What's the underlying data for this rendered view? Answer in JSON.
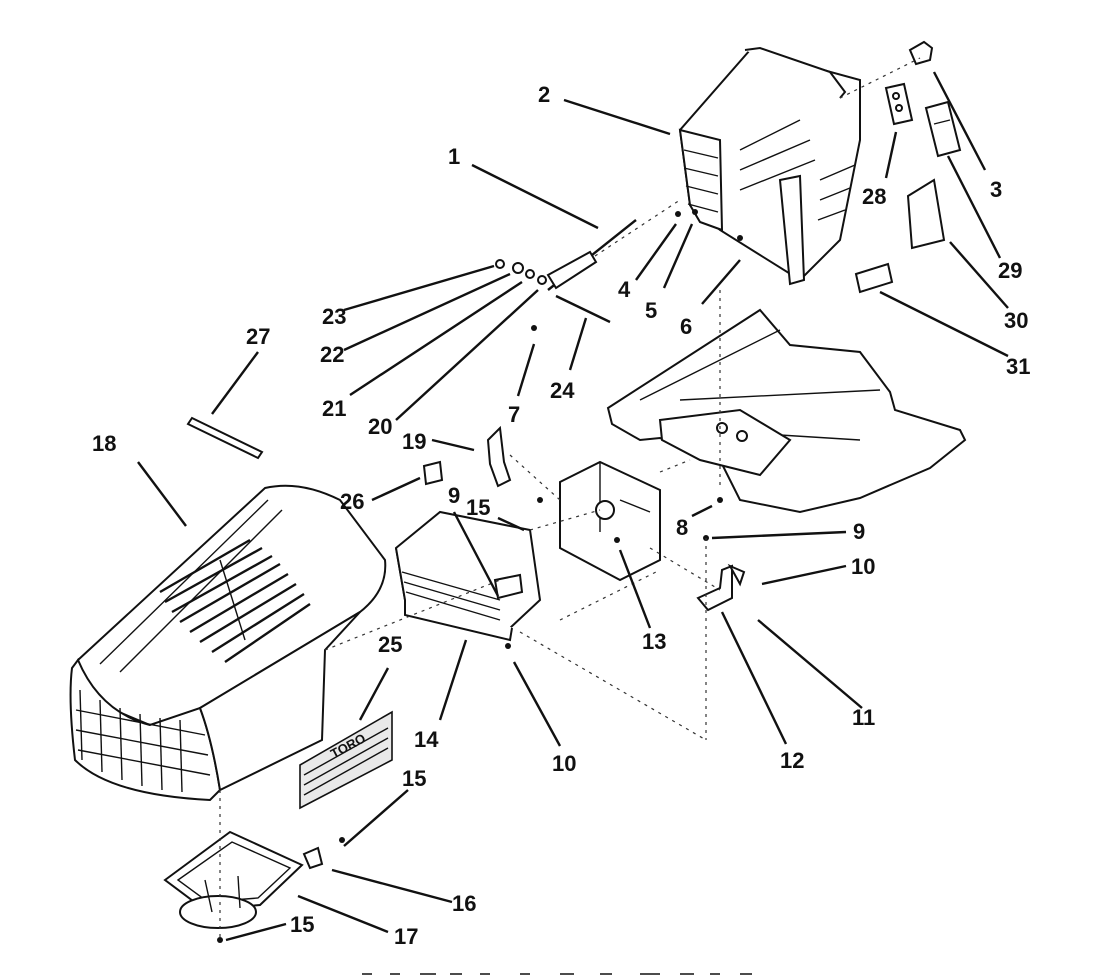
{
  "callouts": [
    {
      "id": "c1",
      "text": "1"
    },
    {
      "id": "c2",
      "text": "2"
    },
    {
      "id": "c3",
      "text": "3"
    },
    {
      "id": "c4",
      "text": "4"
    },
    {
      "id": "c5",
      "text": "5"
    },
    {
      "id": "c6",
      "text": "6"
    },
    {
      "id": "c7",
      "text": "7"
    },
    {
      "id": "c8",
      "text": "8"
    },
    {
      "id": "c9a",
      "text": "9"
    },
    {
      "id": "c9b",
      "text": "9"
    },
    {
      "id": "c10a",
      "text": "10"
    },
    {
      "id": "c10b",
      "text": "10"
    },
    {
      "id": "c11",
      "text": "11"
    },
    {
      "id": "c12",
      "text": "12"
    },
    {
      "id": "c13",
      "text": "13"
    },
    {
      "id": "c14",
      "text": "14"
    },
    {
      "id": "c15a",
      "text": "15"
    },
    {
      "id": "c15b",
      "text": "15"
    },
    {
      "id": "c15c",
      "text": "15"
    },
    {
      "id": "c16",
      "text": "16"
    },
    {
      "id": "c17",
      "text": "17"
    },
    {
      "id": "c18",
      "text": "18"
    },
    {
      "id": "c19",
      "text": "19"
    },
    {
      "id": "c20",
      "text": "20"
    },
    {
      "id": "c21",
      "text": "21"
    },
    {
      "id": "c22",
      "text": "22"
    },
    {
      "id": "c23",
      "text": "23"
    },
    {
      "id": "c24",
      "text": "24"
    },
    {
      "id": "c25",
      "text": "25"
    },
    {
      "id": "c26",
      "text": "26"
    },
    {
      "id": "c27",
      "text": "27"
    },
    {
      "id": "c28",
      "text": "28"
    },
    {
      "id": "c29",
      "text": "29"
    },
    {
      "id": "c30",
      "text": "30"
    },
    {
      "id": "c31",
      "text": "31"
    }
  ],
  "decal_text": "TORO"
}
